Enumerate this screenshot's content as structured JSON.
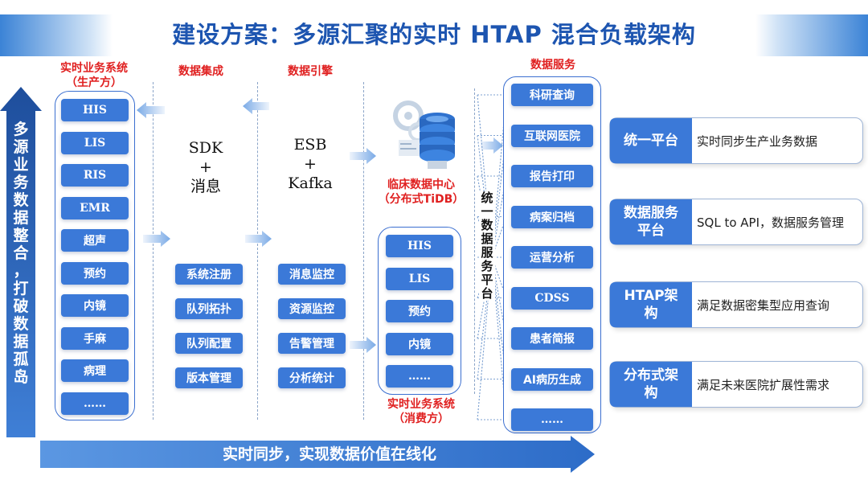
{
  "title": "建设方案：多源汇聚的实时 HTAP 混合负载架构",
  "left_arrow_text": "多源业务数据整合，打破数据孤岛",
  "bottom_arrow_text": "实时同步，实现数据价值在线化",
  "producer": {
    "label_line1": "实时业务系统",
    "label_line2": "（生产方）",
    "items": [
      "HIS",
      "LIS",
      "RIS",
      "EMR",
      "超声",
      "预约",
      "内镜",
      "手麻",
      "病理",
      "……"
    ]
  },
  "integration": {
    "label": "数据集成",
    "main_line1": "SDK",
    "main_line2": "+",
    "main_line3": "消息",
    "tools": [
      "系统注册",
      "队列拓扑",
      "队列配置",
      "版本管理"
    ]
  },
  "engine": {
    "label": "数据引擎",
    "main_line1": "ESB",
    "main_line2": "+",
    "main_line3": "Kafka",
    "tools": [
      "消息监控",
      "资源监控",
      "告警管理",
      "分析统计"
    ]
  },
  "clinical": {
    "line1": "临床数据中心",
    "line2": "（分布式TiDB）",
    "icon": "database-server-icon"
  },
  "consumer": {
    "label_line1": "实时业务系统",
    "label_line2": "（消费方）",
    "items": [
      "HIS",
      "LIS",
      "预约",
      "内镜",
      "……"
    ]
  },
  "unified_platform_text": "统一数据服务平台",
  "services": {
    "label": "数据服务",
    "items": [
      "科研查询",
      "互联网医院",
      "报告打印",
      "病案归档",
      "运营分析",
      "CDSS",
      "患者简报",
      "AI病历生成",
      "……"
    ]
  },
  "features": [
    {
      "head": "统一平台",
      "desc": "实时同步生产业务数据"
    },
    {
      "head": "数据服务平台",
      "desc": "SQL to API，数据服务管理"
    },
    {
      "head": "HTAP架构",
      "desc": "满足数据密集型应用查询"
    },
    {
      "head": "分布式架构",
      "desc": "满足未来医院扩展性需求"
    }
  ],
  "colors": {
    "title": "#1d55b0",
    "tile": "#3b79d8",
    "label_red": "#e02020",
    "arrow": "#3b79d8"
  }
}
